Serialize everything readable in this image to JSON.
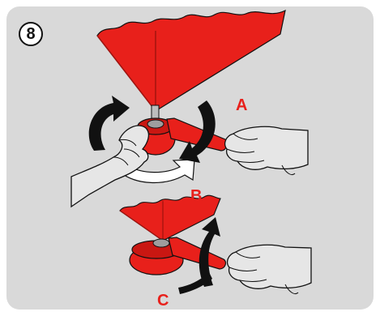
{
  "step": {
    "number": "8"
  },
  "callouts": {
    "a": "A",
    "b": "B",
    "c": "C"
  },
  "colors": {
    "panel_background": "#d9d9d9",
    "part_red": "#e8201b",
    "part_dark_red": "#a31410",
    "hand_gray": "#e6e6e6",
    "outline": "#111111",
    "label_red": "#e8201b",
    "arrow_white": "#ffffff",
    "arrow_black": "#111111"
  },
  "icons": {
    "step_badge": "circled-number",
    "rotate_arrow_a": "curved-rotation-arrow",
    "rotate_arrow_b": "curved-rotation-arrow",
    "rotate_arrow_c": "curved-rotation-arrow"
  }
}
